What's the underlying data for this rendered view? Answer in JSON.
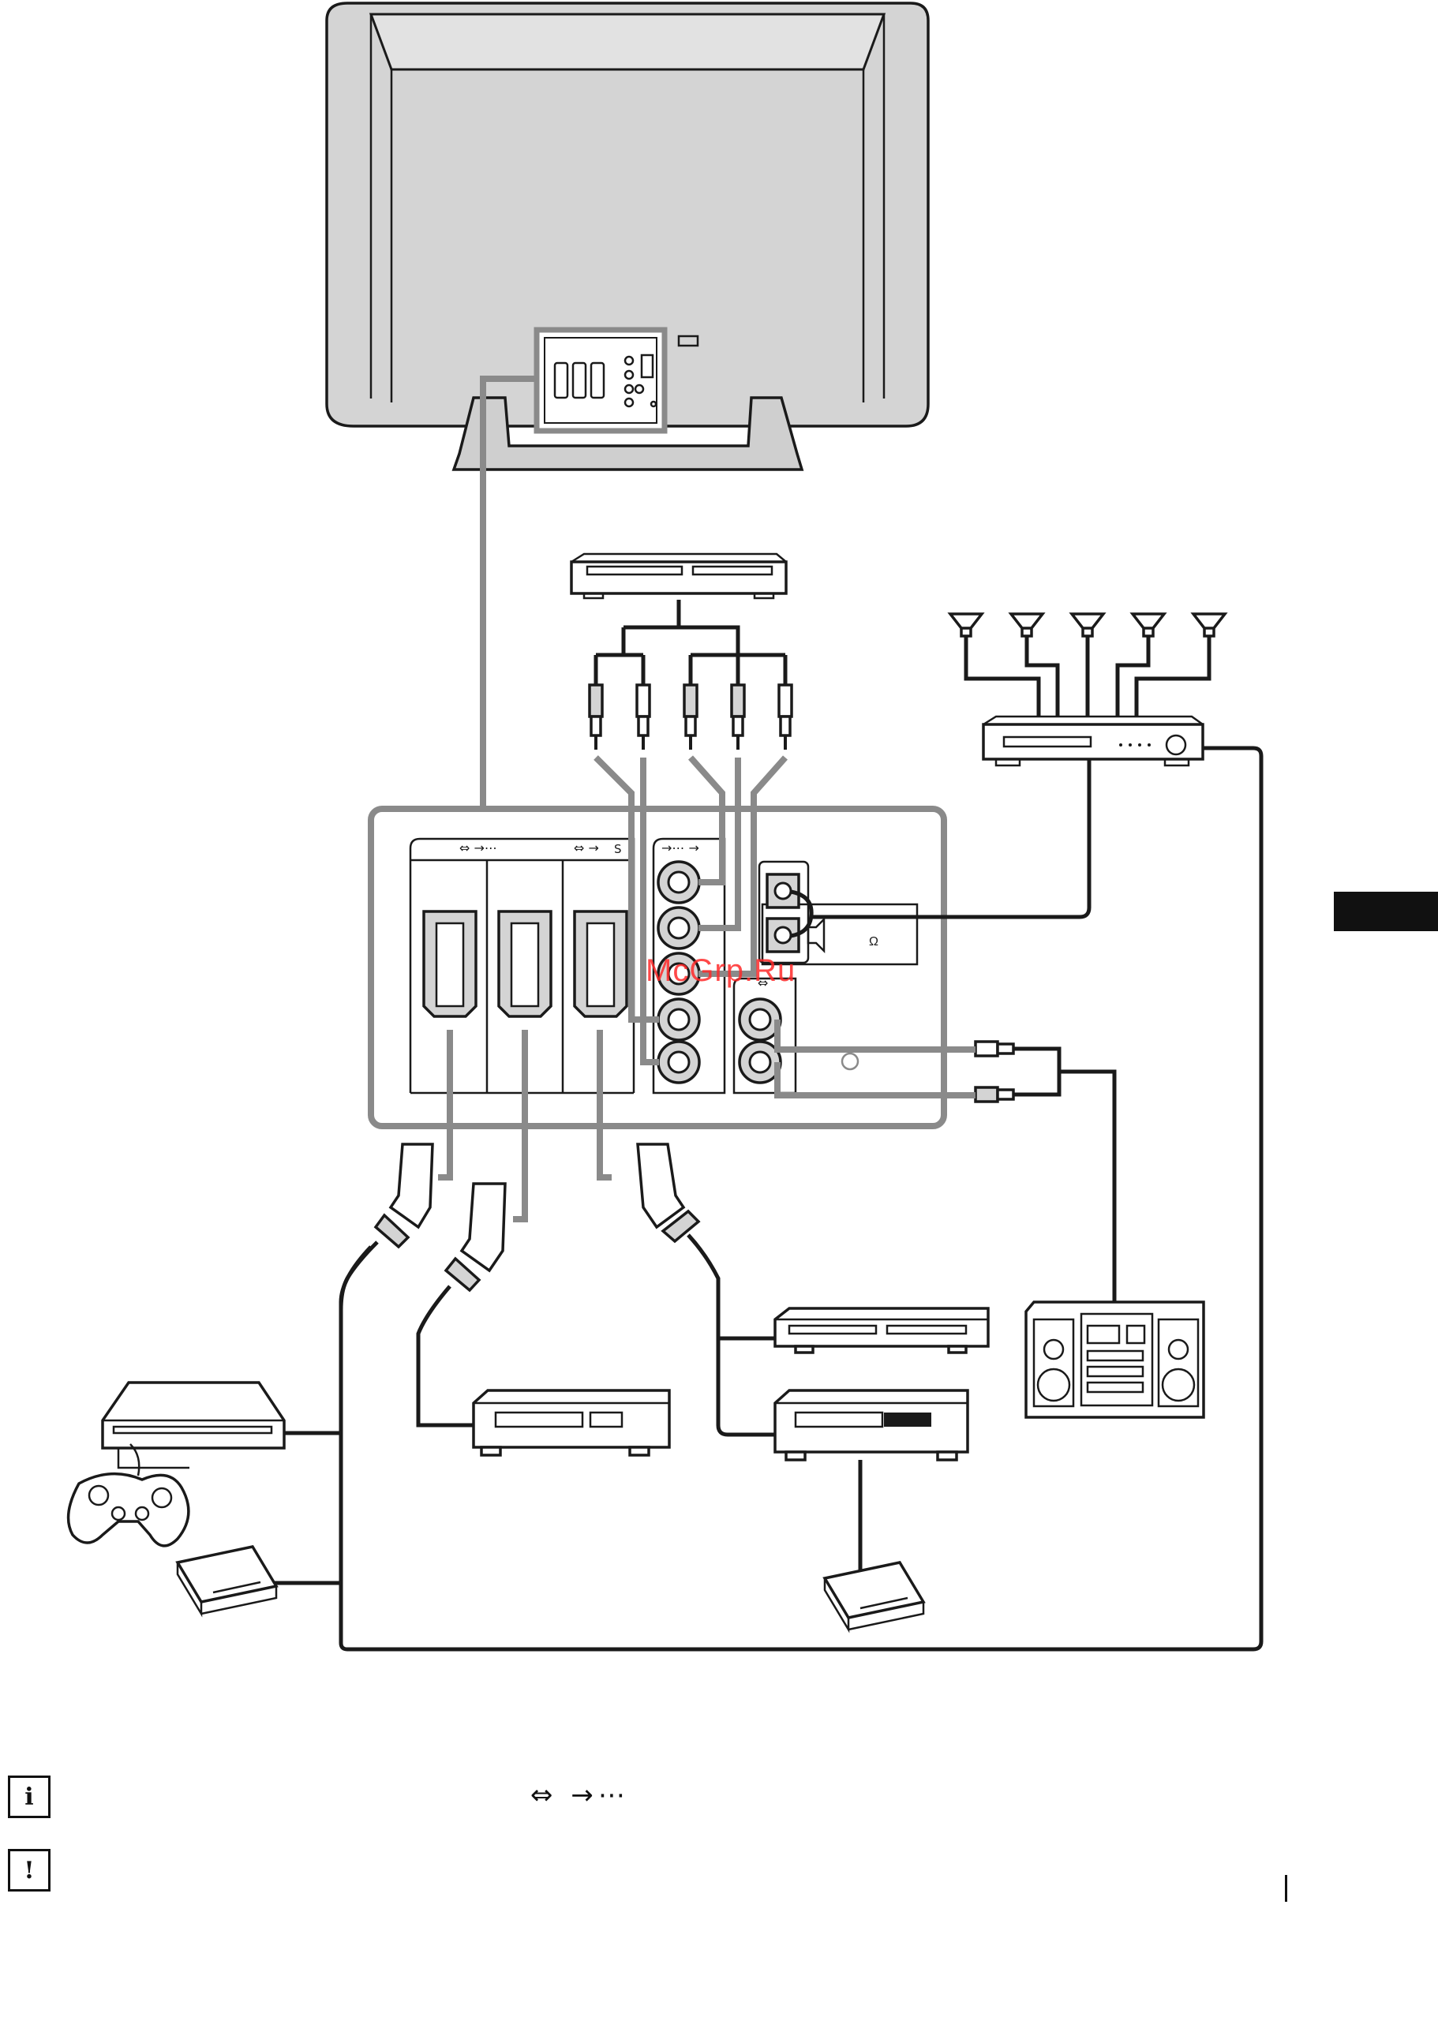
{
  "watermark": {
    "text": "McGrp.Ru",
    "color": "#ff2a2a"
  },
  "labels": {
    "ohm_symbol": "Ω",
    "svideo_letter": "S"
  },
  "notes": {
    "info_icon": "info-icon",
    "warning_icon": "warning-icon",
    "connector_symbols": "⇔ →⋯"
  },
  "colors": {
    "line_grey": "#8a8a8a",
    "tv_body": "#d4d4d4",
    "ink": "#1a1a1a"
  },
  "devices": [
    "tv-rear",
    "dvd-player-top",
    "av-amplifier",
    "speaker-1",
    "speaker-2",
    "speaker-3",
    "speaker-4",
    "speaker-5",
    "game-console",
    "gamepad",
    "decoder-left",
    "vcr-center",
    "dvd-recorder-right",
    "vcr-right",
    "decoder-right",
    "hifi-system"
  ]
}
